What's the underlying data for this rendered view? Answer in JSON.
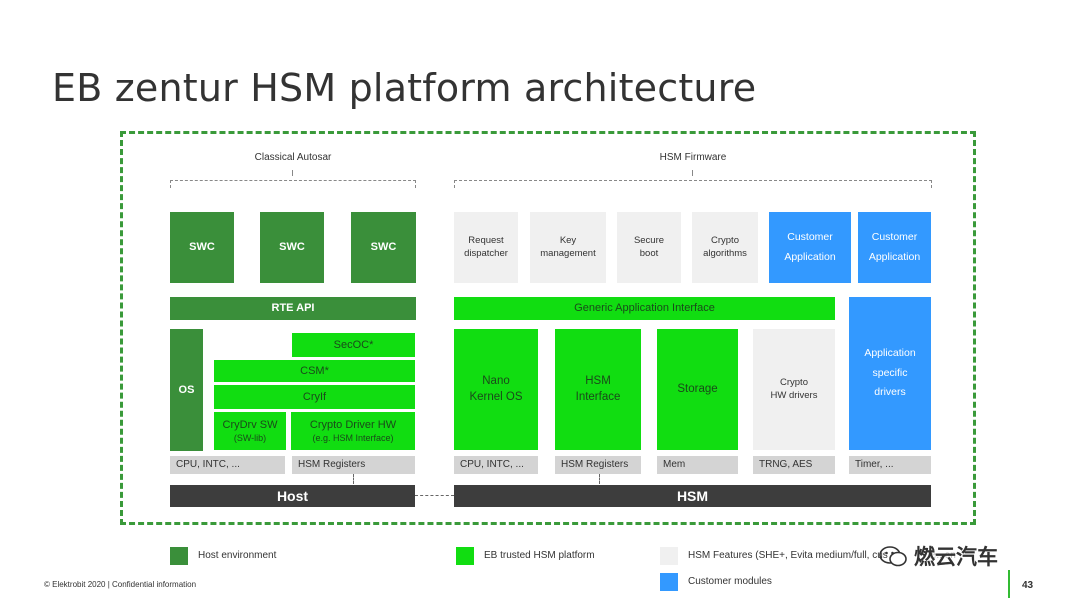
{
  "title": "EB zentur HSM platform architecture",
  "groups": {
    "classical": "Classical Autosar",
    "hsm_fw": "HSM Firmware"
  },
  "host": {
    "swc": [
      "SWC",
      "SWC",
      "SWC"
    ],
    "rte": "RTE API",
    "os": "OS",
    "secoc": "SecOC*",
    "csm": "CSM*",
    "cryif": "CryIf",
    "crydrv_sw": "CryDrv SW",
    "crydrv_sw_sub": "(SW-lib)",
    "crypto_hw": "Crypto Driver HW",
    "crypto_hw_sub": "(e.g. HSM Interface)",
    "reg1": "CPU, INTC, ...",
    "reg2": "HSM Registers",
    "bar": "Host"
  },
  "hsm": {
    "features": [
      [
        "Request",
        "dispatcher"
      ],
      [
        "Key",
        "management"
      ],
      [
        "Secure",
        "boot"
      ],
      [
        "Crypto",
        "algorithms"
      ]
    ],
    "customer_app": [
      [
        "Customer",
        "Application"
      ],
      [
        "Customer",
        "Application"
      ]
    ],
    "gai": "Generic Application Interface",
    "nano": [
      "Nano",
      "Kernel OS"
    ],
    "hsmif": [
      "HSM",
      "Interface"
    ],
    "storage": "Storage",
    "crypto_hw": [
      "Crypto",
      "HW drivers"
    ],
    "app_drivers": [
      "Application",
      "specific",
      "drivers"
    ],
    "regs": [
      "CPU, INTC, ...",
      "HSM Registers",
      "Mem",
      "TRNG, AES",
      "Timer, ..."
    ],
    "bar": "HSM"
  },
  "legend": {
    "host_env": "Host environment",
    "eb_trusted": "EB trusted HSM platform",
    "hsm_features": "HSM Features (SHE+, Evita medium/full, cus",
    "customer": "Customer modules"
  },
  "watermark": "燃云汽车",
  "watermark_overlap": "te...en",
  "footer": "© Elektrobit 2020 | Confidential information",
  "page_number": "43",
  "colors": {
    "host_green": "#3a8f3a",
    "eb_green": "#11dd11",
    "feature_grey": "#f0f0f0",
    "customer_blue": "#3399ff",
    "bar_dark": "#3d3d3d"
  }
}
